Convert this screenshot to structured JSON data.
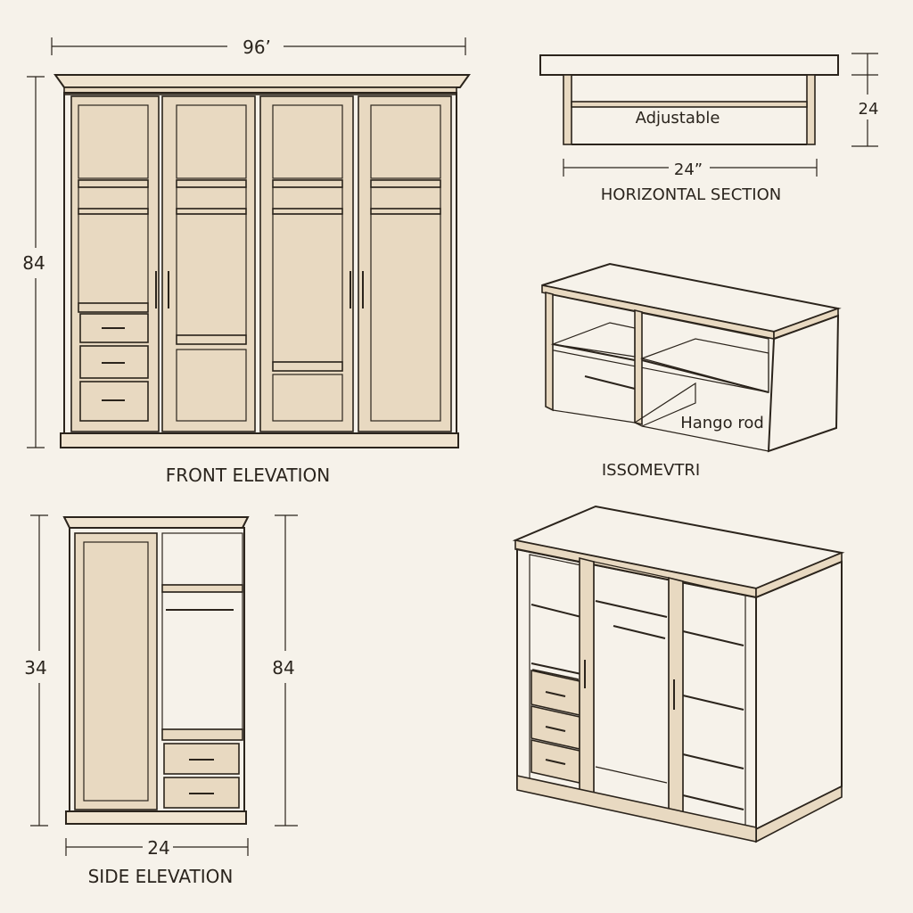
{
  "front_elevation": {
    "title": "FRONT ELEVATION",
    "width_dim": "96’",
    "height_dim": "84"
  },
  "horizontal_section": {
    "title": "HORIZONTAL SECTION",
    "shelf_label": "Adjustable",
    "width_dim": "24”",
    "height_dim": "24"
  },
  "isometric": {
    "title": "ISSOMEVTRI",
    "rod_label": "Hango rod"
  },
  "side_elevation": {
    "title": "SIDE ELEVATION",
    "height_dim_left": "34",
    "height_dim_right": "84",
    "width_dim": "24"
  },
  "colors": {
    "paper": "#f6f2ea",
    "ink": "#2b241c",
    "wood": "#efe3cf"
  }
}
